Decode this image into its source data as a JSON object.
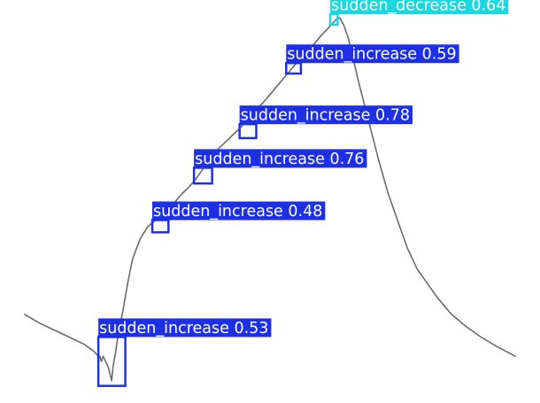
{
  "chart_data": {
    "type": "line",
    "title": "",
    "xlabel": "",
    "ylabel": "",
    "grid": false,
    "legend": "none",
    "xlim": [
      0,
      100
    ],
    "ylim": [
      0,
      100
    ],
    "series": [
      {
        "color": "#6b6b6b",
        "x": [
          0,
          3,
          6,
          9,
          12,
          14,
          15,
          15.3,
          15.6,
          16,
          17,
          17.7,
          18,
          18.5,
          19,
          20,
          21,
          22,
          23.5,
          25,
          27,
          29,
          30.5,
          32,
          33.5,
          35,
          36.5,
          38,
          39.5,
          41,
          42.5,
          44,
          45.5,
          47,
          48.5,
          50,
          51.5,
          53,
          54.5,
          56,
          57.5,
          59,
          60.5,
          61.5,
          62.5,
          63.5,
          64.2,
          65,
          66,
          67,
          68,
          70,
          72,
          74,
          76,
          78,
          80,
          82,
          84,
          87,
          90,
          93,
          96,
          100
        ],
        "y": [
          15,
          12.5,
          10.5,
          8.5,
          6.5,
          4.5,
          3,
          3,
          1.5,
          3,
          0,
          -4,
          0,
          4,
          9,
          16,
          24,
          31,
          36.5,
          40,
          42.5,
          45,
          47,
          49.5,
          51.5,
          54,
          57,
          60,
          62.5,
          64.5,
          66.5,
          68.5,
          71,
          73.5,
          75.5,
          78,
          80.5,
          83,
          85.5,
          88,
          90.5,
          92.5,
          95,
          96.5,
          98,
          99.5,
          100,
          98,
          94,
          88,
          82,
          71,
          60,
          50,
          42,
          34,
          28,
          24,
          20,
          15,
          11.5,
          8.5,
          6,
          3
        ]
      }
    ],
    "annotations": [
      {
        "label": "sudden_decrease 0.64",
        "color": "#1ad7e0",
        "x_range": [
          62.3,
          63.8
        ],
        "y_range": [
          98,
          101
        ]
      },
      {
        "label": "sudden_increase 0.59",
        "color": "#1e30e6",
        "x_range": [
          53.3,
          56.3
        ],
        "y_range": [
          84,
          87
        ]
      },
      {
        "label": "sudden_increase 0.78",
        "color": "#1e30e6",
        "x_range": [
          43.8,
          47.2
        ],
        "y_range": [
          65.5,
          69.5
        ]
      },
      {
        "label": "sudden_increase 0.76",
        "color": "#1e30e6",
        "x_range": [
          34.5,
          38.2
        ],
        "y_range": [
          52.5,
          57
        ]
      },
      {
        "label": "sudden_increase 0.48",
        "color": "#1e30e6",
        "x_range": [
          26,
          29.3
        ],
        "y_range": [
          38.5,
          42
        ]
      },
      {
        "label": "sudden_increase 0.53",
        "color": "#1e30e6",
        "x_range": [
          15,
          20.5
        ],
        "y_range": [
          -5.5,
          8.5
        ]
      }
    ]
  }
}
